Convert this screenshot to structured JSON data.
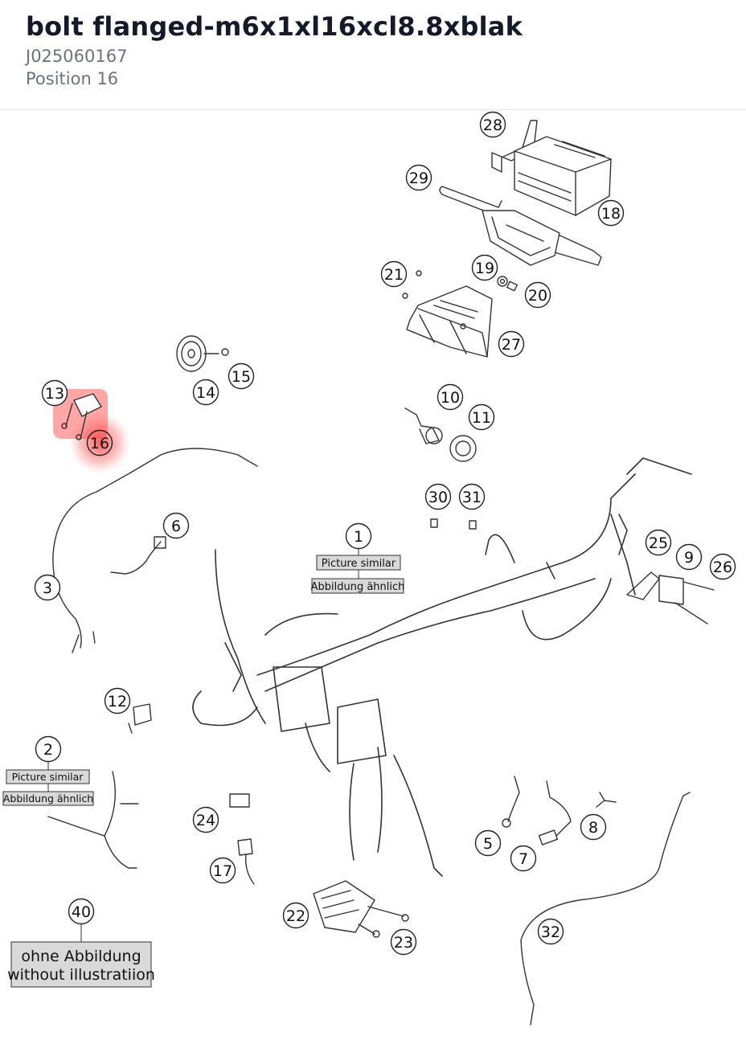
{
  "header": {
    "title": "bolt flanged-m6x1xl16xcl8.8xblak",
    "part_number": "J025060167",
    "position": "Position 16"
  },
  "diagram": {
    "highlight_color": "#ff3b3b",
    "callouts": [
      "28",
      "29",
      "18",
      "19",
      "21",
      "20",
      "27",
      "15",
      "14",
      "13",
      "16",
      "10",
      "11",
      "30",
      "31",
      "6",
      "1",
      "25",
      "9",
      "26",
      "3",
      "12",
      "2",
      "24",
      "5",
      "8",
      "7",
      "17",
      "22",
      "23",
      "32",
      "40"
    ],
    "highlighted_callout": "16",
    "notes": {
      "group1_line1": "Picture similar",
      "group1_line2": "Abbildung ähnlich",
      "group2_line1": "Picture similar",
      "group2_line2": "Abbildung ähnlich",
      "no_illustration_line1": "ohne Abbildung",
      "no_illustration_line2": "without illustratiion"
    }
  }
}
